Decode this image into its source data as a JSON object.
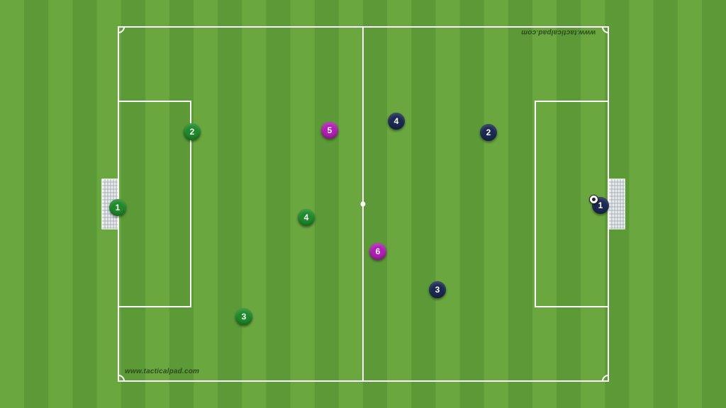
{
  "pitch": {
    "grass_light": "#6aa83f",
    "grass_dark": "#5b9a36",
    "line_color": "#ffffff",
    "watermark": "www.tacticalpad.com"
  },
  "teams": {
    "green": {
      "color": "#1f8a2a"
    },
    "navy": {
      "color": "#1b2a52"
    },
    "magenta": {
      "color": "#b21fb5"
    }
  },
  "players": [
    {
      "id": "green-1",
      "team": "green",
      "label": "1"
    },
    {
      "id": "green-2",
      "team": "green",
      "label": "2"
    },
    {
      "id": "green-3",
      "team": "green",
      "label": "3"
    },
    {
      "id": "green-4",
      "team": "green",
      "label": "4"
    },
    {
      "id": "navy-1",
      "team": "navy",
      "label": "1"
    },
    {
      "id": "navy-2",
      "team": "navy",
      "label": "2"
    },
    {
      "id": "navy-3",
      "team": "navy",
      "label": "3"
    },
    {
      "id": "navy-4",
      "team": "navy",
      "label": "4"
    },
    {
      "id": "magenta-5",
      "team": "magenta",
      "label": "5"
    },
    {
      "id": "magenta-6",
      "team": "magenta",
      "label": "6"
    }
  ],
  "ball": {
    "icon": "soccer-ball-icon"
  }
}
